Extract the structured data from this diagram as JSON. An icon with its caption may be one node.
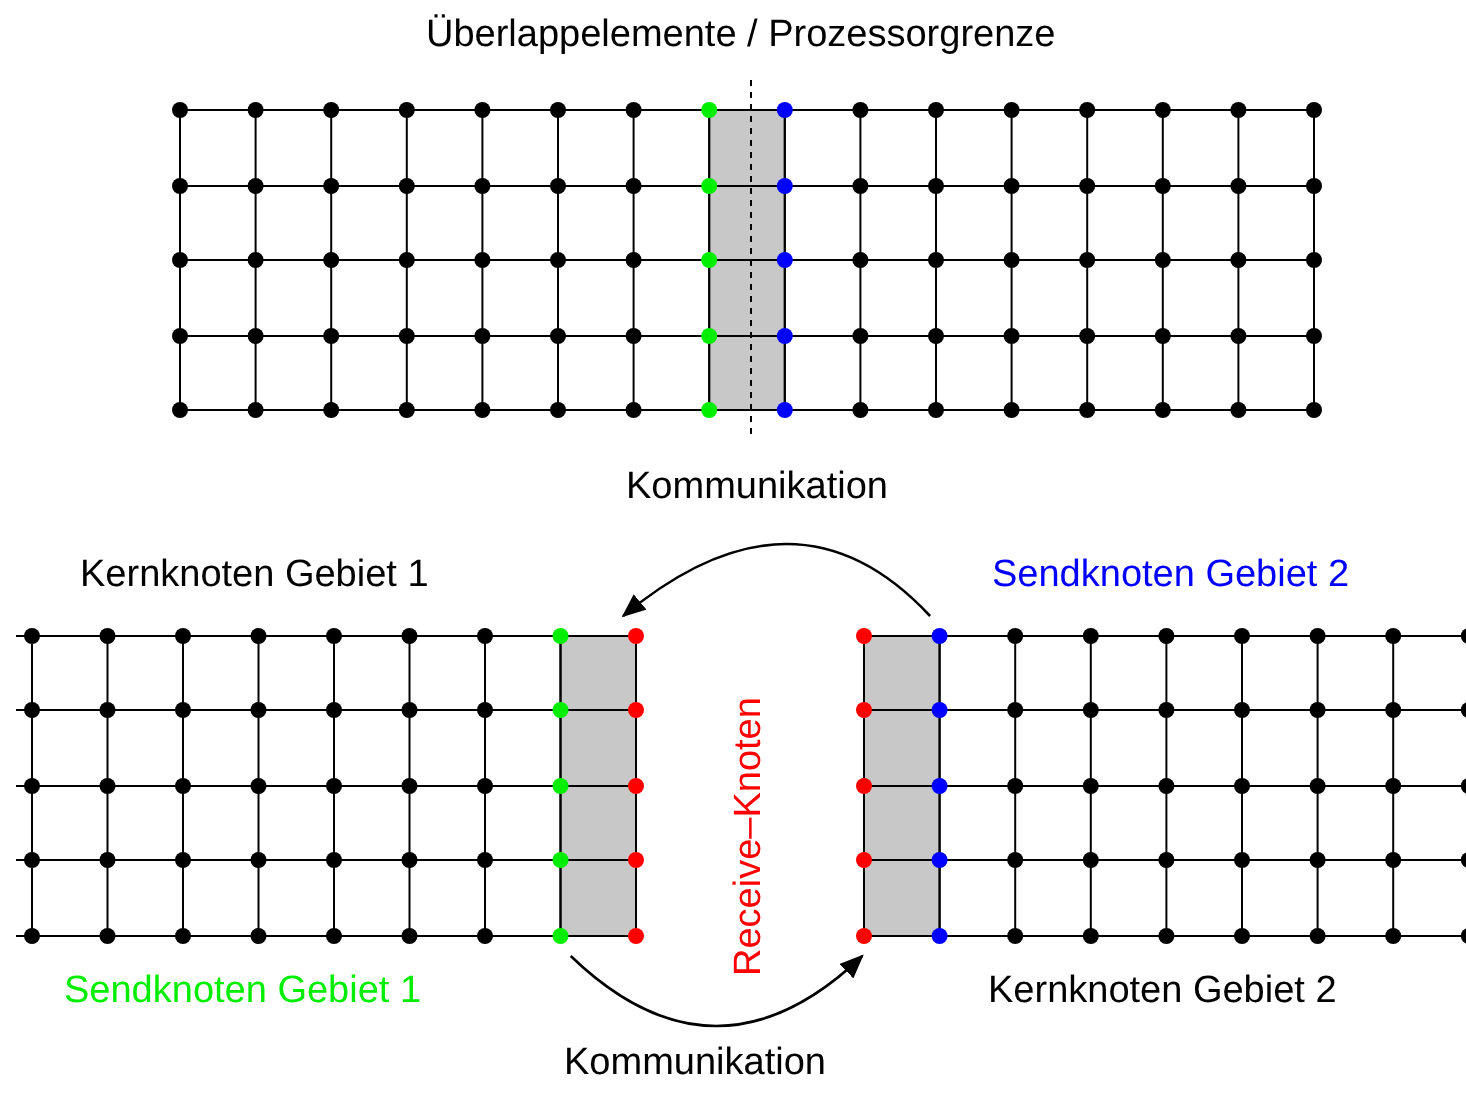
{
  "diagram": {
    "nodes": [
      {
        "text": [],
        "shape": "picture"
      },
      {
        "text": [],
        "shape": "picture"
      },
      {
        "text": [],
        "shape": "picture"
      }
    ],
    "edges": [
      {
        "from": 2,
        "to": 1,
        "arrow": "to",
        "label": "Kommunikation"
      },
      {
        "from": 1,
        "to": 2,
        "arrow": "to",
        "label": "Kommunikation"
      }
    ],
    "labels": [
      "Überlappelemente / Prozessorgrenze",
      "Kernknoten Gebiet 1",
      "Sendknoten Gebiet 2",
      "Receive–Knoten",
      "Sendknoten Gebiet 1",
      "Kernknoten Gebiet 2"
    ]
  }
}
